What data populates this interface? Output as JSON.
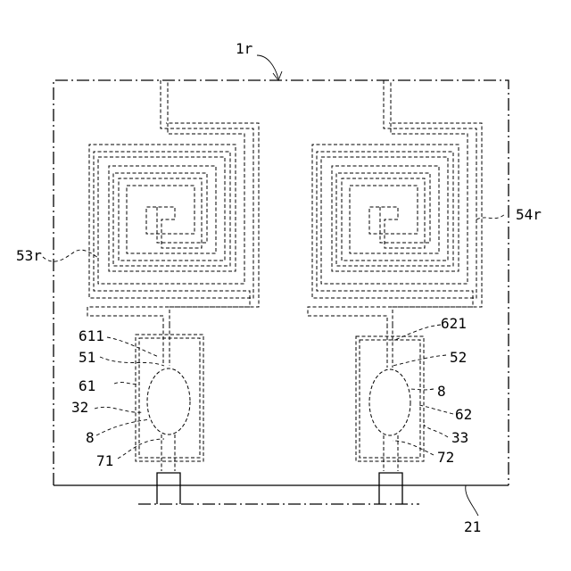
{
  "labels": {
    "antenna_module": "1r",
    "coil_left": "53r",
    "coil_right": "54r",
    "lead_left_top": "611",
    "terminal_left": "51",
    "pad_left": "61",
    "chip_left": "32",
    "bump_left": "8",
    "lead_left_bottom": "71",
    "lead_right_top": "621",
    "terminal_right": "52",
    "bump_right": "8",
    "pad_right": "62",
    "chip_right": "33",
    "lead_right_bottom": "72",
    "substrate": "21"
  }
}
